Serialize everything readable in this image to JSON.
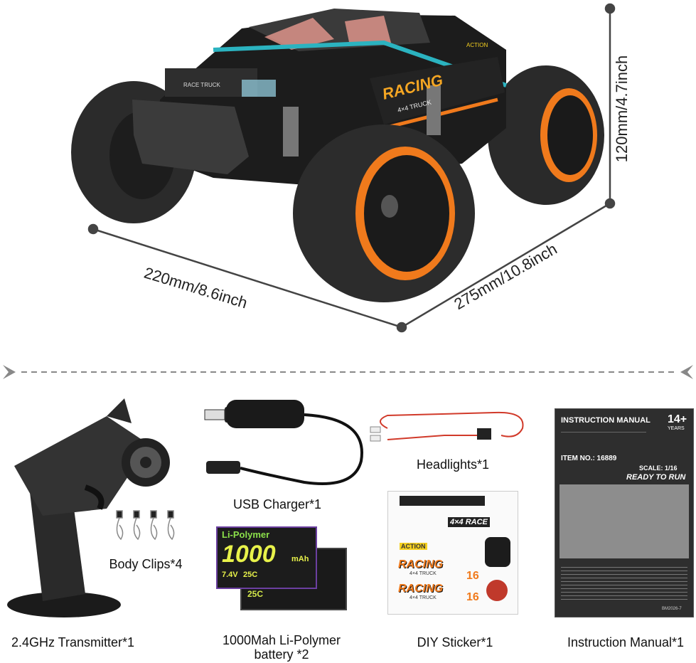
{
  "dimensions": {
    "width_label": "220mm/8.6inch",
    "length_label": "275mm/10.8inch",
    "height_label": "120mm/4.7inch"
  },
  "truck": {
    "hood_text": "RACE TRUCK",
    "side_text": "RACING",
    "side_subtext": "4×4 TRUCK",
    "badge_text": "ACTION",
    "accent_color": "#f07a1c",
    "teal_color": "#2bb3c0"
  },
  "accessories": {
    "transmitter": "2.4GHz Transmitter*1",
    "body_clips": "Body Clips*4",
    "usb_charger": "USB Charger*1",
    "battery_line1": "1000Mah Li-Polymer",
    "battery_line2": "battery *2",
    "headlights": "Headlights*1",
    "sticker": "DIY Sticker*1",
    "manual": "Instruction Manual*1"
  },
  "battery_pack": {
    "brand": "Li-Polymer",
    "capacity": "1000",
    "unit": "mAh",
    "voltage": "7.4V",
    "rating": "25C"
  },
  "sticker_sheet": {
    "items": [
      "RACING",
      "4×4 TRUCK",
      "ACTION",
      "4×4 RACE",
      "16"
    ]
  },
  "manual_cover": {
    "title": "INSTRUCTION MANUAL",
    "age": "14+",
    "age_unit": "YEARS",
    "item_no": "ITEM NO.: 16889",
    "scale": "SCALE: 1/16",
    "ready": "READY TO RUN",
    "footer_code": "BM2026-7"
  }
}
